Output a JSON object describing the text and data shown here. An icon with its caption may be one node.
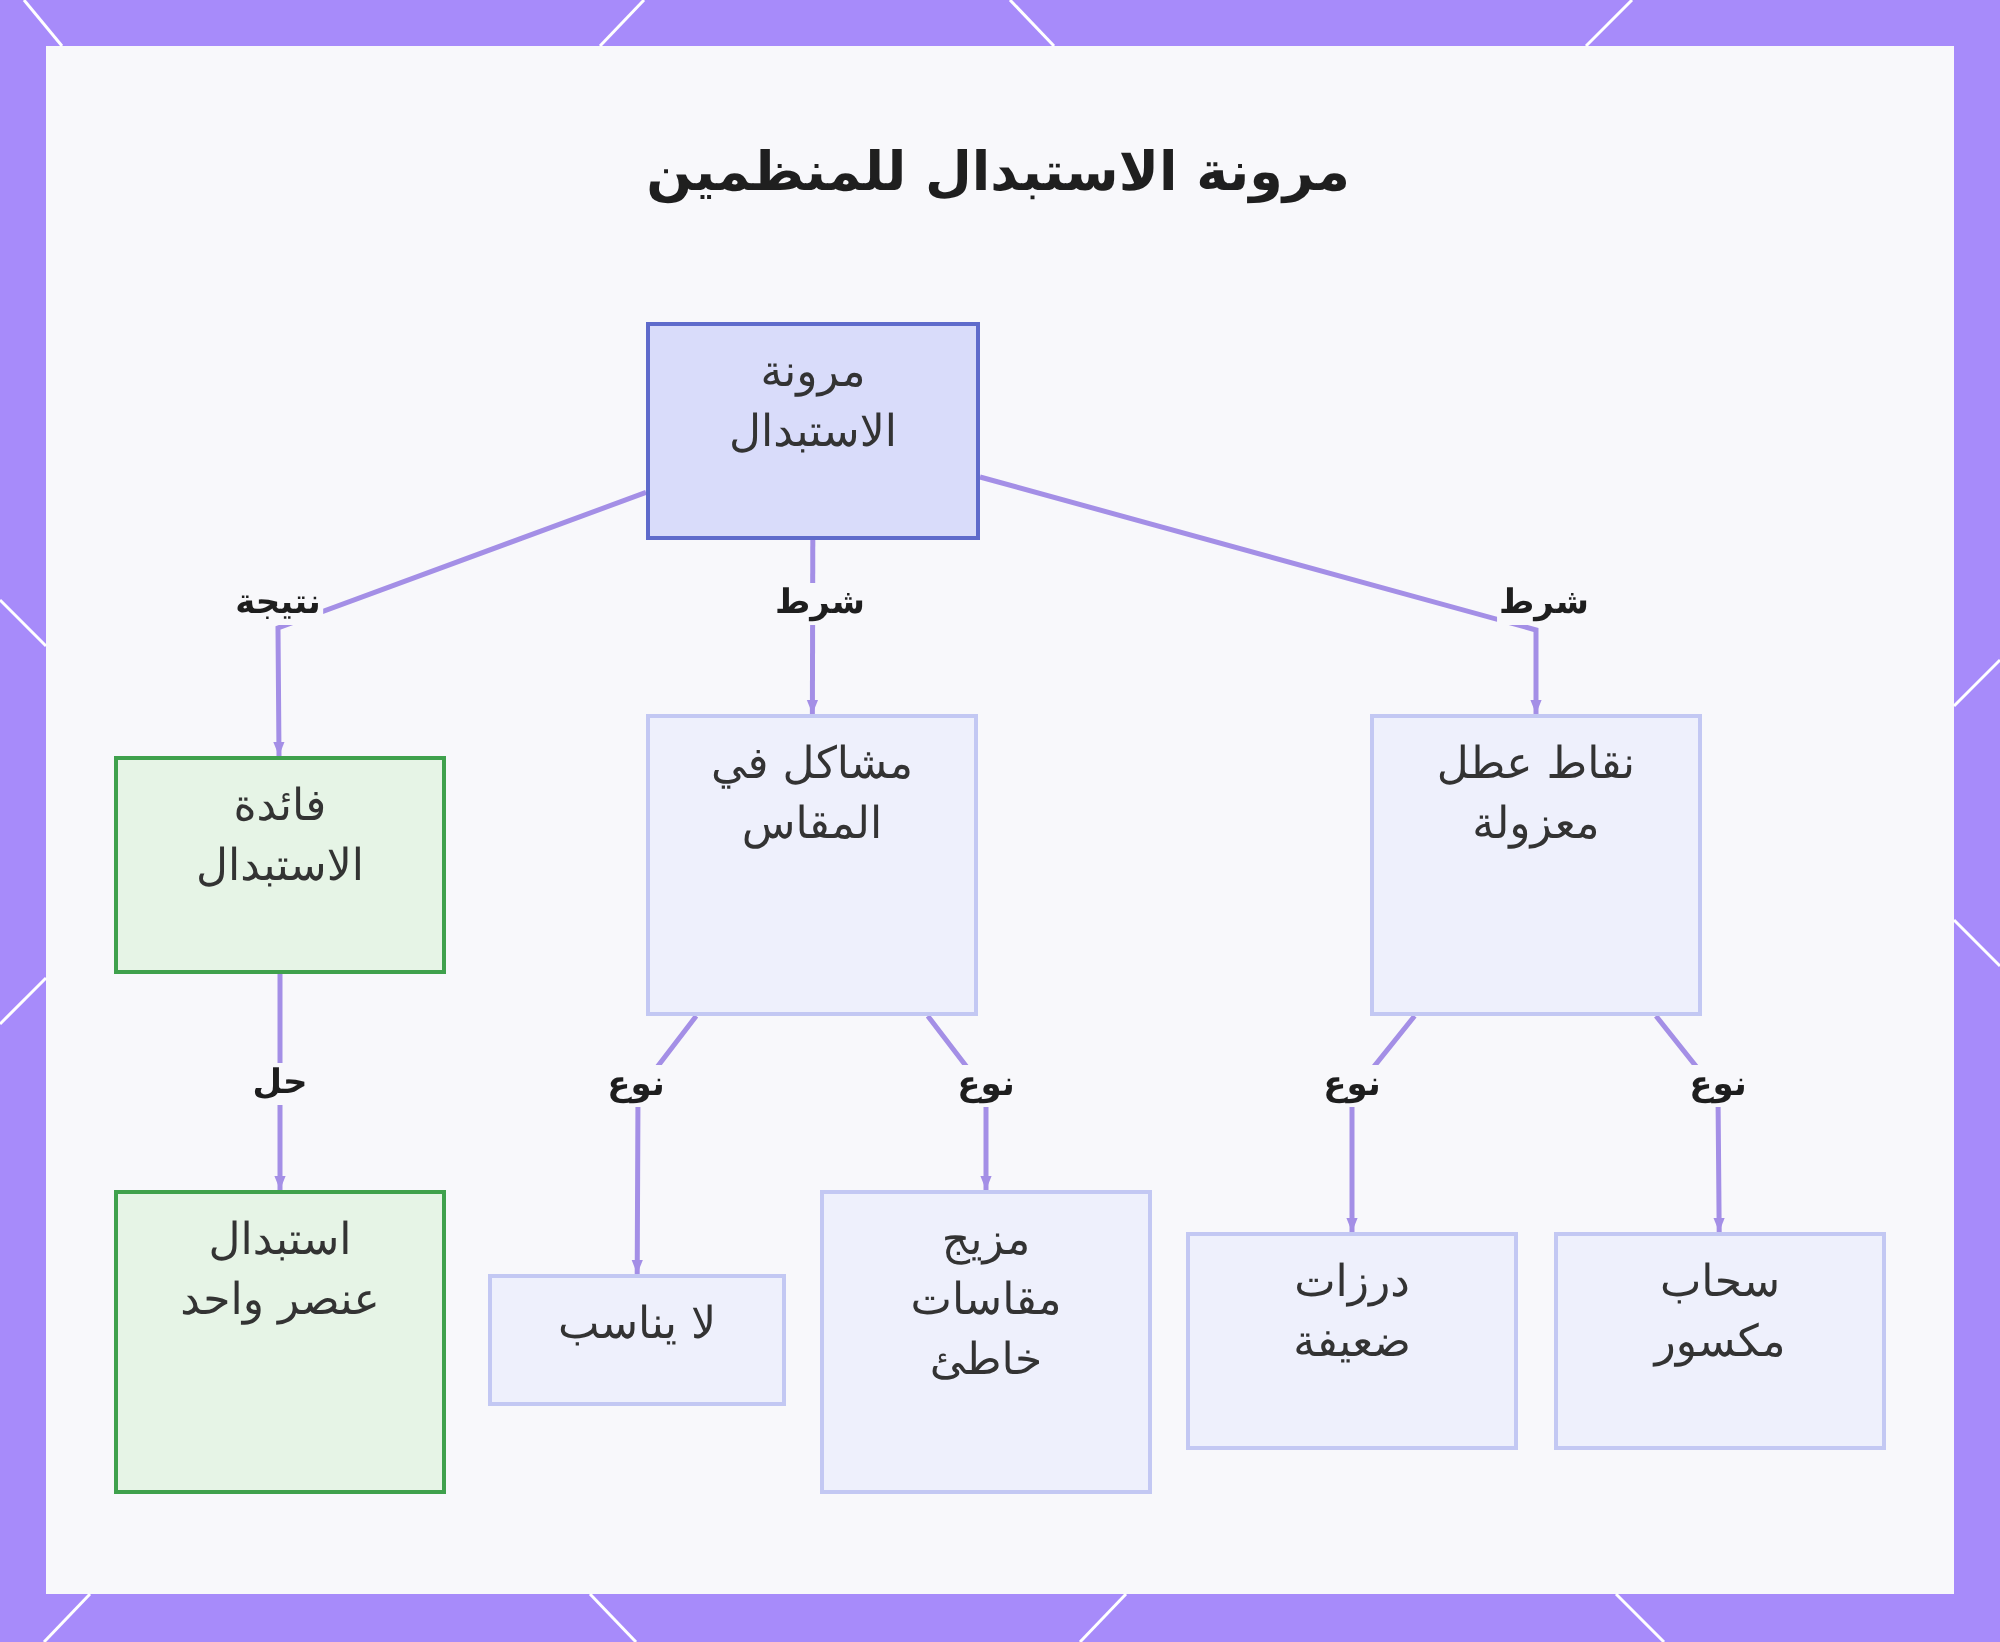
{
  "diagram": {
    "title": "مرونة الاستبدال للمنظمين",
    "nodes": [
      {
        "text": [
          "مرونة الاستبدال"
        ]
      },
      {
        "text": [
          "نقاط عطل معزولة"
        ]
      },
      {
        "text": [
          "مشاكل في المقاس"
        ]
      },
      {
        "text": [
          "فائدة الاستبدال"
        ]
      },
      {
        "text": [
          "سحاب مكسور"
        ]
      },
      {
        "text": [
          "درزات ضعيفة"
        ]
      },
      {
        "text": [
          "مزيج مقاسات خاطئ"
        ]
      },
      {
        "text": [
          "لا يناسب"
        ]
      },
      {
        "text": [
          "استبدال عنصر واحد"
        ]
      }
    ],
    "edges": [
      {
        "from": 0,
        "to": 1,
        "arrow": "to",
        "label": "شرط"
      },
      {
        "from": 0,
        "to": 2,
        "arrow": "to",
        "label": "شرط"
      },
      {
        "from": 0,
        "to": 3,
        "arrow": "to",
        "label": "نتيجة"
      },
      {
        "from": 1,
        "to": 4,
        "arrow": "to",
        "label": "نوع"
      },
      {
        "from": 1,
        "to": 5,
        "arrow": "to",
        "label": "نوع"
      },
      {
        "from": 2,
        "to": 6,
        "arrow": "to",
        "label": "نوع"
      },
      {
        "from": 2,
        "to": 7,
        "arrow": "to",
        "label": "نوع"
      },
      {
        "from": 3,
        "to": 8,
        "arrow": "to",
        "label": "حل"
      }
    ]
  }
}
